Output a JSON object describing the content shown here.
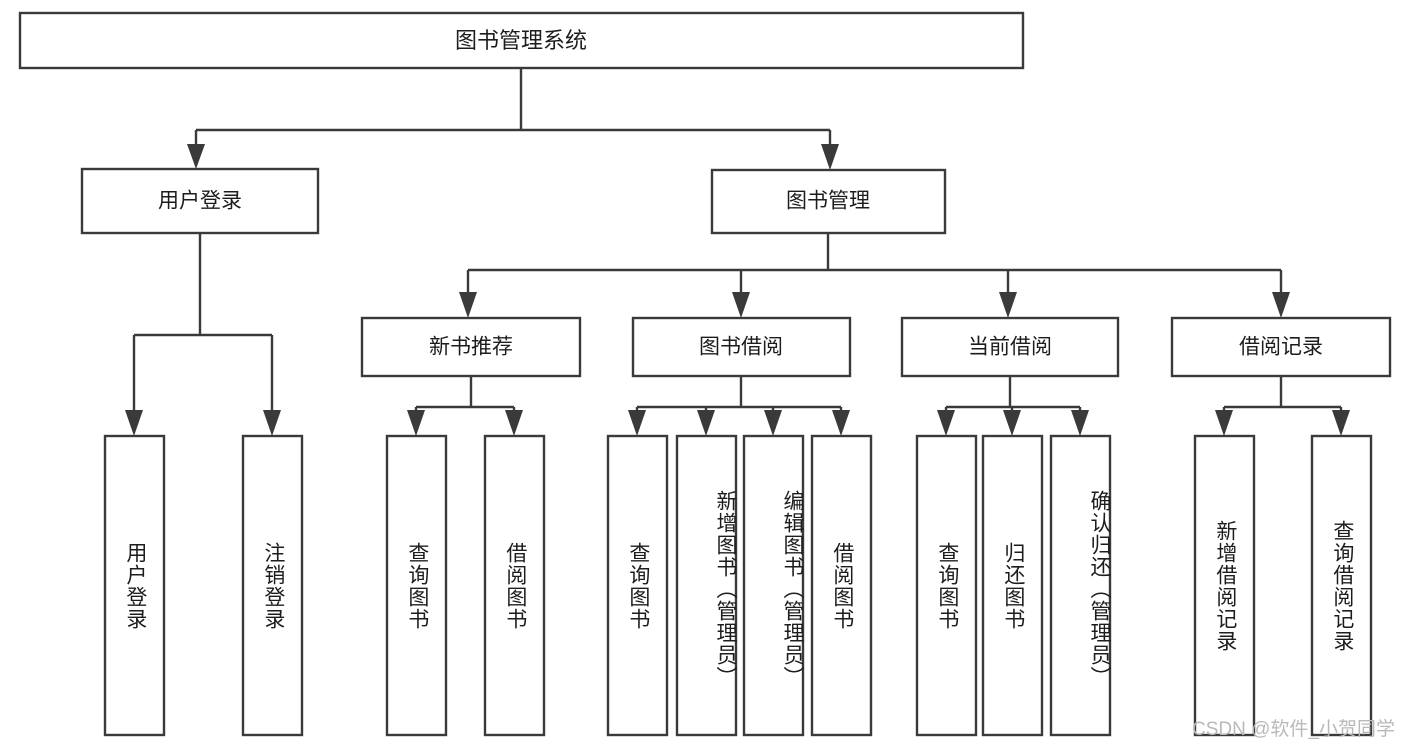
{
  "diagram": {
    "type": "tree-hierarchy",
    "title": "图书管理系统",
    "watermark": "CSDN @软件_小贺同学",
    "colors": {
      "stroke": "#3a3a3a",
      "box_fill": "#ffffff",
      "text": "#1d1d1d",
      "background": "#ffffff",
      "watermark": "#b9b9b9"
    },
    "root": {
      "label": "图书管理系统"
    },
    "level2": [
      {
        "label": "用户登录"
      },
      {
        "label": "图书管理"
      }
    ],
    "level3": [
      {
        "label": "新书推荐"
      },
      {
        "label": "图书借阅"
      },
      {
        "label": "当前借阅"
      },
      {
        "label": "借阅记录"
      }
    ],
    "leaves": {
      "user_login": [
        {
          "label": "用户登录"
        },
        {
          "label": "注销登录"
        }
      ],
      "new_book_recommend": [
        {
          "label": "查询图书"
        },
        {
          "label": "借阅图书"
        }
      ],
      "book_borrow": [
        {
          "label": "查询图书"
        },
        {
          "label": "新增图书（管理员）"
        },
        {
          "label": "编辑图书（管理员）"
        },
        {
          "label": "借阅图书"
        }
      ],
      "current_borrow": [
        {
          "label": "查询图书"
        },
        {
          "label": "归还图书"
        },
        {
          "label": "确认归还（管理员）"
        }
      ],
      "borrow_record": [
        {
          "label": "新增借阅记录"
        },
        {
          "label": "查询借阅记录"
        }
      ]
    }
  }
}
